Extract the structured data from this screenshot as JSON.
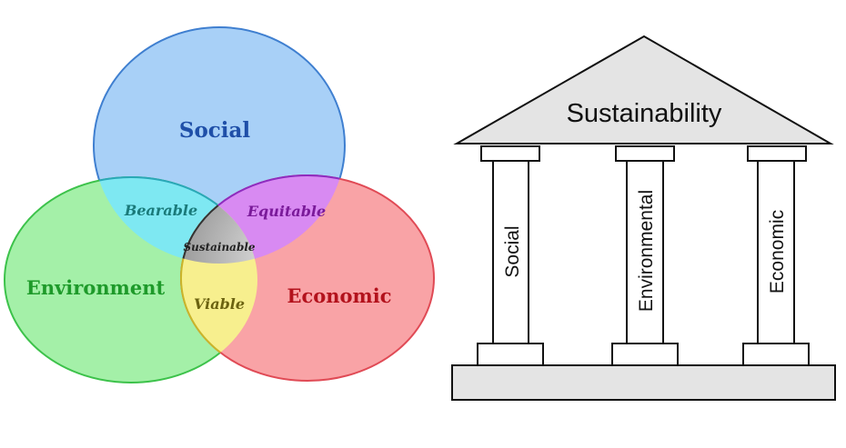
{
  "venn": {
    "circles": {
      "social": {
        "label": "Social",
        "color": "#1f4fa8",
        "fill": "#9cc9f5"
      },
      "environment": {
        "label": "Environment",
        "color": "#1e9a2a",
        "fill": "#9ef0a4"
      },
      "economic": {
        "label": "Economic",
        "color": "#b3121c",
        "fill": "#f8a0a3"
      }
    },
    "overlaps": {
      "bearable": {
        "label": "Bearable",
        "color": "#1a7a7a"
      },
      "equitable": {
        "label": "Equitable",
        "color": "#7a1a9a"
      },
      "viable": {
        "label": "Viable",
        "color": "#6b6210"
      },
      "sustainable": {
        "label": "Sustainable",
        "color": "#222222"
      }
    }
  },
  "temple": {
    "roof_label": "Sustainability",
    "pillars": [
      "Social",
      "Environmental",
      "Economic"
    ]
  }
}
